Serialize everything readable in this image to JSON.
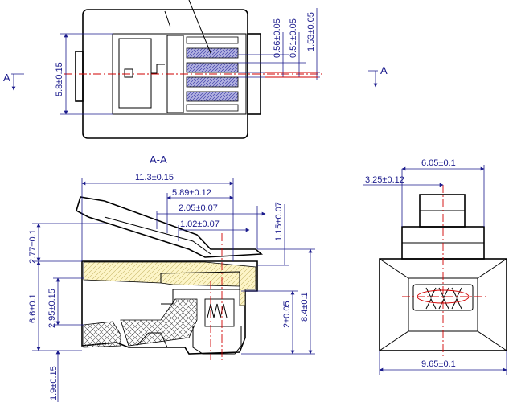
{
  "section_marks": {
    "left_arrow": "A",
    "right_arrow": "A",
    "section_title": "A-A"
  },
  "top_view_dims": {
    "height": "5.8±0.15",
    "pitch_a": "0.56±0.05",
    "pitch_b": "0.51±0.05",
    "pitch_c": "1.53±0.05"
  },
  "section_view_dims": {
    "length_total": "11.3±0.15",
    "length_a": "5.89±0.12",
    "length_b": "2.05±0.07",
    "length_c": "1.02±0.07",
    "height_c": "1.15±0.07",
    "latch_height": "2.77±0.1",
    "body_height": "6.6±0.1",
    "contact_height": "2.95±0.15",
    "blade_height": "2±0.05",
    "total_height": "8.4±0.1",
    "bottom_height": "1.9±0.15"
  },
  "end_view_dims": {
    "width_top": "6.05±0.1",
    "offset": "3.25±0.12",
    "width_bottom": "9.65±0.1"
  },
  "colors": {
    "dimension": "#1a1a8c",
    "centerline": "#d10000",
    "hatch_fill": "#fdf5c8",
    "contact_fill": "#b0b0e0"
  }
}
